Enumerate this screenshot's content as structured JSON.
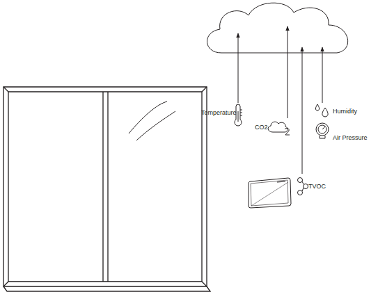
{
  "diagram": {
    "labels": [
      "Temperature",
      "CO2",
      "Humidity",
      "Air Pressure",
      "TVOC"
    ]
  }
}
